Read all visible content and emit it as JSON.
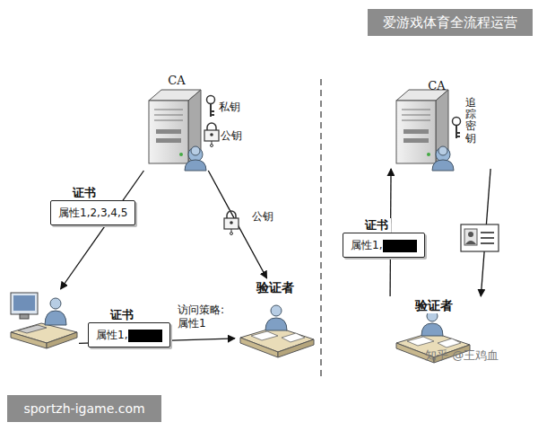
{
  "diagram": {
    "nodes": [
      {
        "text": [
          "CA"
        ]
      },
      {
        "text": [
          "证书",
          "属性1,2,3,4,5"
        ]
      },
      {
        "text": []
      },
      {
        "text": [
          "证书",
          "属性1,"
        ]
      },
      {
        "text": [
          "验证者"
        ]
      },
      {
        "text": [
          "CA"
        ]
      },
      {
        "text": [
          "证书",
          "属性1,"
        ]
      },
      {
        "text": [
          "验证者"
        ]
      }
    ],
    "edges": [
      {
        "from": 0,
        "to": 2,
        "arrow": "to"
      },
      {
        "from": 0,
        "to": 4,
        "label": "公钥",
        "arrow": "to"
      },
      {
        "from": 2,
        "to": 4,
        "arrow": "to"
      },
      {
        "from": 7,
        "to": 5,
        "arrow": "to"
      },
      {
        "from": 5,
        "to": 7,
        "arrow": "to"
      }
    ],
    "labels": [
      "私钥",
      "公钥",
      "追踪密钥",
      "访问策略: 属性1",
      "爱游戏体育全流程运营",
      "sportzh-igame.com",
      "知乎 @王鸡血"
    ]
  }
}
